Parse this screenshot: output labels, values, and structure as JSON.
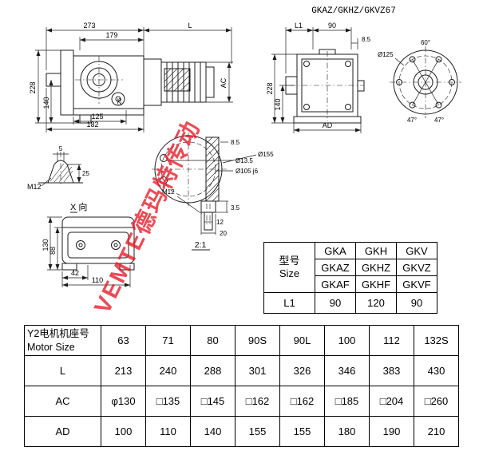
{
  "title": "GKAZ/GKHZ/GKVZ67",
  "watermark": "VEMTE德玛特传动",
  "labels": {
    "scale": "2:1",
    "view_x": "X 向"
  },
  "dims": {
    "side": {
      "d273": "273",
      "dL": "L",
      "d179": "179",
      "d228": "228",
      "d140": "140",
      "d125": "125",
      "d182": "182",
      "dAC": "AC",
      "d26": "26"
    },
    "rear": {
      "dL1": "L1",
      "d90": "90",
      "d85": "8.5",
      "d228": "228",
      "d140": "140",
      "dAD": "AD"
    },
    "flange": {
      "a60": "60°",
      "d125": "Ø125",
      "a47l": "47°",
      "a47r": "47°"
    },
    "section": {
      "d85": "8.5",
      "d135": "Ø13.5",
      "d105": "Ø105 j6",
      "d155": "Ø155",
      "m12": "M12",
      "d35": "3.5",
      "d12": "12",
      "d20": "20"
    },
    "plug": {
      "d5": "5",
      "d25": "25",
      "m12": "M12"
    },
    "xview": {
      "d130": "130",
      "d88": "88",
      "d42": "42",
      "d110": "110"
    }
  },
  "size_table": {
    "header_line1": "型号",
    "header_line2": "Size",
    "model_rows": [
      [
        "GKA",
        "GKH",
        "GKV"
      ],
      [
        "GKAZ",
        "GKHZ",
        "GKVZ"
      ],
      [
        "GKAF",
        "GKHF",
        "GKVF"
      ]
    ],
    "l1_row": {
      "label": "L1",
      "values": [
        "90",
        "120",
        "90"
      ]
    }
  },
  "motor_table": {
    "header_line1": "Y2电机机座号",
    "header_line2": "Motor Size",
    "columns": [
      "63",
      "71",
      "80",
      "90S",
      "90L",
      "100",
      "112",
      "132S"
    ],
    "rows": [
      {
        "label": "L",
        "values": [
          "213",
          "240",
          "288",
          "301",
          "326",
          "346",
          "383",
          "430"
        ]
      },
      {
        "label": "AC",
        "values": [
          "φ130",
          "□135",
          "□145",
          "□162",
          "□162",
          "□185",
          "□204",
          "□260"
        ]
      },
      {
        "label": "AD",
        "values": [
          "100",
          "110",
          "140",
          "155",
          "155",
          "180",
          "190",
          "210"
        ]
      }
    ]
  }
}
